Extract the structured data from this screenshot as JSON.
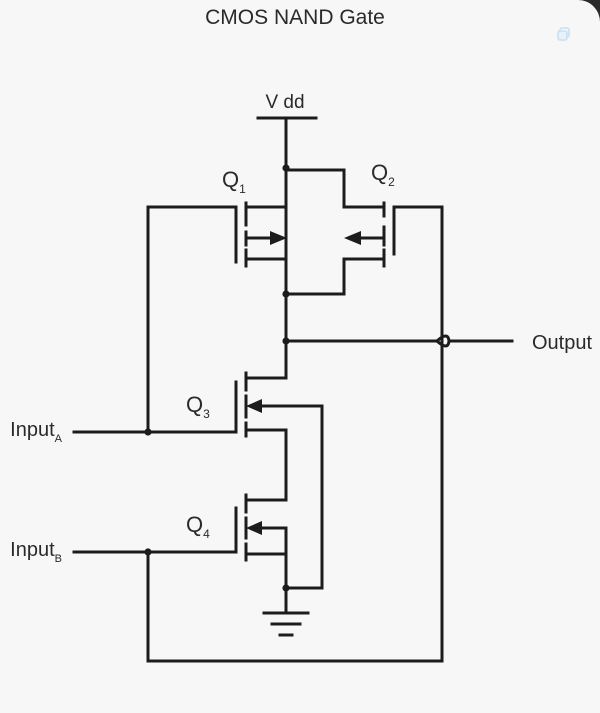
{
  "diagram": {
    "title": "CMOS NAND Gate",
    "supply_label": "V dd",
    "output_label": "Output",
    "input_a": {
      "main": "Input",
      "sub": "A"
    },
    "input_b": {
      "main": "Input",
      "sub": "B"
    },
    "transistors": [
      {
        "letter": "Q",
        "index": "1"
      },
      {
        "letter": "Q",
        "index": "2"
      },
      {
        "letter": "Q",
        "index": "3"
      },
      {
        "letter": "Q",
        "index": "4"
      }
    ]
  },
  "colors": {
    "wire": "#1c1c1c",
    "background": "#f7f7f7",
    "accent_icon": "#c7dff2"
  },
  "icons": {
    "corner": "copy-icon"
  }
}
